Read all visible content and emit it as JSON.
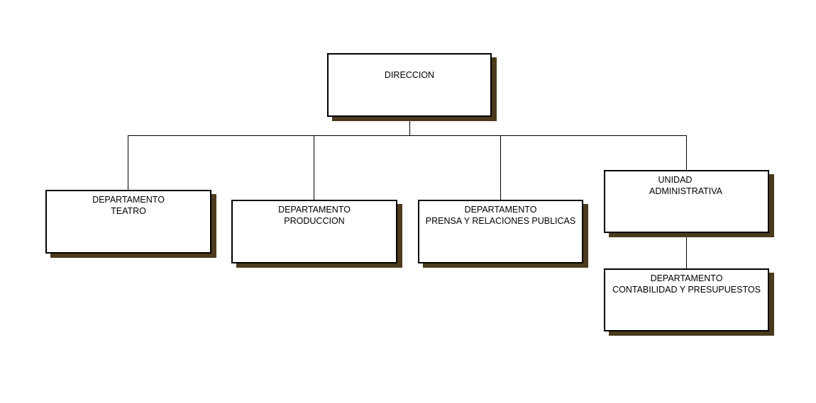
{
  "diagram": {
    "direccion": {
      "lines": [
        "DIRECCION"
      ]
    },
    "teatro": {
      "lines": [
        "DEPARTAMENTO",
        "TEATRO"
      ]
    },
    "produccion": {
      "lines": [
        "DEPARTAMENTO",
        "PRODUCCION"
      ]
    },
    "prensa": {
      "lines": [
        "DEPARTAMENTO",
        "PRENSA Y RELACIONES PUBLICAS"
      ]
    },
    "unidad_administrativa": {
      "lines": [
        "UNIDAD",
        "ADMINISTRATIVA"
      ]
    },
    "contabilidad": {
      "lines": [
        "DEPARTAMENTO",
        "CONTABILIDAD Y PRESUPUESTOS"
      ]
    },
    "colors": {
      "border": "#000000",
      "shadow": "#4b3a1c",
      "background": "#ffffff"
    }
  }
}
